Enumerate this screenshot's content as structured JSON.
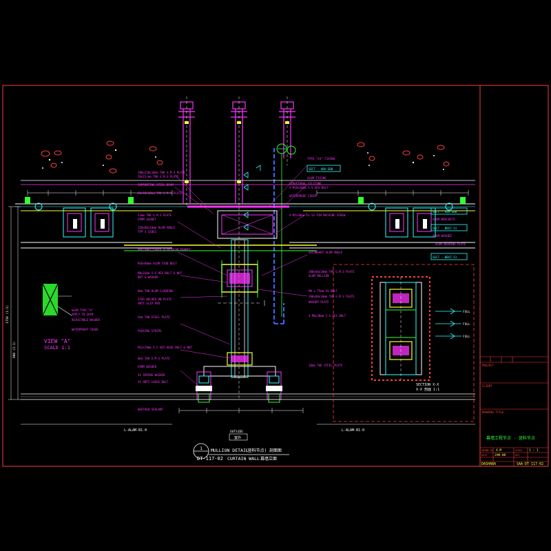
{
  "colors": {
    "background": "#000000",
    "frame": "#ff3b3b",
    "magenta": "#ff33ff",
    "white": "#ffffff",
    "cyan": "#33ffff",
    "yellow": "#ffff33",
    "green": "#33ff33",
    "blue": "#3a6bff",
    "red": "#ff4040",
    "grey": "#9a9a9a"
  },
  "drawing": {
    "detail_number": "1",
    "detail_title": "MULLION DETAIL",
    "detail_title_cjk": "(竖料节点) 剖面图",
    "sheet_ref": "DT-117-02",
    "detail_subtitle": "CURTAIN WALL",
    "detail_subtitle_cjk": "幕墙立面",
    "outside_label": "OUTSIDE",
    "outside_label_cjk": "室外",
    "view_label": "VIEW \"A\"",
    "view_scale": "SCALE 1:1",
    "section_label": "SECTION X-X",
    "section_scale": "X-X 剖面 1:1",
    "grid_left": "L-ALAM-B1-0",
    "grid_right": "L-ALAM-B1-0",
    "dim_overall": "1750 (1:1)",
    "dim_height": "900 (1:1)",
    "full_label": "FULL"
  },
  "tags": [
    "TYPE \"24\" FIXING",
    "SECT - ABA-SBB",
    "ALUM FIXING",
    "SECT - ABA-SBB",
    "ALUM BRACKETS",
    "SECT - BBST-51",
    "ALUM WASHER",
    "SECT - BBST-51"
  ],
  "notes_left": [
    "380x220x10mm THK G.M.S PLATE",
    "28x15/mm THK G.M.S PLATE",
    "SUPPORTING STEEL BEAM",
    "60x10x10mm THK G.M.S PLATE",
    "12mm THK G.M.S PLATE",
    "EPDM GASKET",
    "250x80x10mm ALUM ANGLE",
    "TYP 4 SIDES",
    "PRECONDITIONED ALUMINIUM FRAMES",
    "M10x80mm ALUM STUD BOLT",
    "M8x16mm S.S HEX BOLT & NUT",
    "NUT & WASHER",
    "8mm THK ALUM CLADDING",
    "STUD WELDED ON PLATE",
    "ANTI-SLIP PAD",
    "5mm THK STEEL PLATE",
    "PACKING STRIPS",
    "M12x70mm S.S HEX HEAD BOLT & NUT",
    "8mm THK G.M.S PLATE",
    "EPDM WASHER",
    "SS SPRING WASHER",
    "SS ANTI-LOOSE BOLT",
    "WEATHER SEALANT"
  ],
  "notes_right": [
    "STRUCTURAL SILICONE",
    "4-M10x30mm S.S HEX BOLT",
    "WATERPROOF COVER",
    "4-M5x30mm LG SS PIN MACHINE SCREW",
    "SECONDARY ALUM ANGLE",
    "200x60x10mm THK G.M.S PLATE",
    "ALUM MULLION",
    "M8 x 75mm SS BOLT",
    "200x60x10mm THK G.M.S PLATE",
    "WASHER PLATE",
    "4-M8x30mm S.S HEX BOLT",
    "10mm THK STEEL PLATE",
    "ALUM BEARING PLATE"
  ],
  "view_notes": [
    "SHIM TYPE \"A\"",
    "APPLY TO SHIM",
    "ADJUSTABLE WASHER",
    "WATERPROOF COVER"
  ],
  "title_block": {
    "project_heading": "PROJECT",
    "project_name": "幕墙工程节点 - 竖料节点",
    "client_label": "CLIENT",
    "drawing_title_label": "DRAWING TITLE",
    "drawn_label": "DRAWN BY",
    "drawn_value": "X.M",
    "scale_label": "SCALE",
    "scale_value": "1 : 1",
    "date_label": "DATE",
    "date_value": "JAN-08",
    "rev_label": "REV",
    "company": "DASHABA",
    "drawing_no": "SAA-DT-117-02"
  }
}
